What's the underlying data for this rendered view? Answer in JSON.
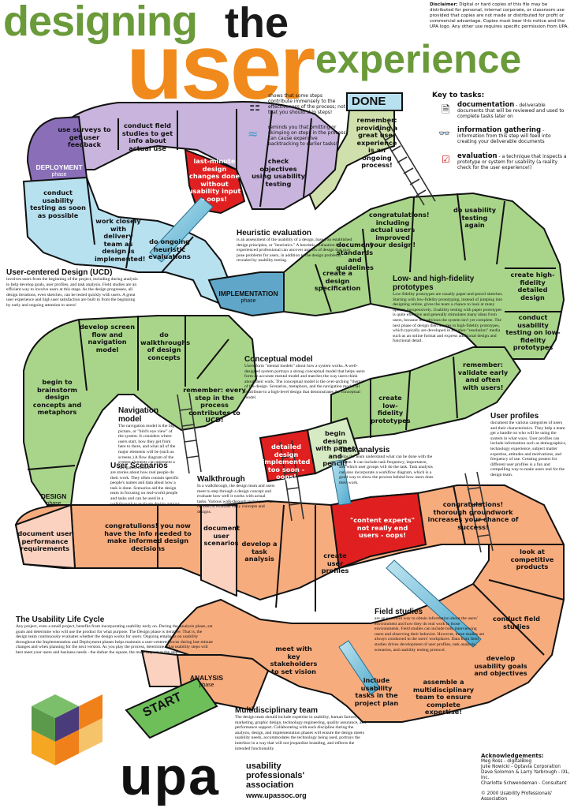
{
  "title": {
    "line1": "designing",
    "line2": "the",
    "line3": "user",
    "line4": "experience"
  },
  "disclaimer": {
    "label": "Disclaimer:",
    "text": "Digital or hard copies of this file may be distributed for personal, internal corporate, or classroom use provided that copies are not made or distributed for profit or commercial advantage. Copies must bear this notice and the UPA logo. Any other use requires specific permission from UPA."
  },
  "key": {
    "heading": "Key to tasks:",
    "ladder_text": "shows that some steps contribute immensely to the effectiveness of the process; not that you should skip steps!",
    "slide_text": "reminds you that omitting or skimping on steps in the process can cause expensive backtracking to earlier tasks!",
    "documentation_label": "documentation",
    "documentation_text": "- deliverable documents that will be reviewed and used to complete tasks later on",
    "info_label": "information gathering",
    "info_text": "- information from this step will feed into creating your deliverable documents",
    "evaluation_label": "evaluation",
    "evaluation_text": "- a technique that inspects a prototype or system for usability (a reality check for the user experience!)"
  },
  "board": {
    "done": "DONE",
    "start": "START",
    "phases": {
      "deployment": "DEPLOYMENT",
      "implementation": "IMPLEMENTATION",
      "design": "DESIGN",
      "analysis": "ANALYSIS",
      "suffix": "phase"
    },
    "squares": {
      "remember_done": "remember: providing a great user experience is an ongoing process!",
      "use_surveys": "use surveys to get user feedback",
      "conduct_field_deploy": "conduct field studies to get info about actual use",
      "last_minute": "last-minute design changes done without usability input - oops!",
      "check_objectives": "check objectives using usability testing",
      "conduct_usability_asap": "conduct usability testing as soon as possible",
      "work_closely": "work closely with delivery team as design is implemented!",
      "do_ongoing": "do ongoing heuristic evaluations",
      "congrats_actual_users": "congratulations! including actual users improved your design!",
      "do_usability_again": "do usability testing again",
      "document_standards": "document standards and guidelines",
      "create_spec": "create a design specification",
      "create_hifi": "create high-fidelity detailed design",
      "conduct_lofi": "conduct usability testing on low-fidelity prototypes",
      "develop_screen_flow": "develop screen flow and navigation model",
      "do_walkthroughs": "do walkthroughs of design concepts",
      "remember_every_step": "remember: every step in the process contributes to UCD!",
      "begin_brainstorm": "begin to brainstorm design concepts and metaphors",
      "remember_validate": "remember: validate early and often with users!",
      "create_lofi": "create low-fidelity prototypes",
      "begin_design_paper": "begin design with paper and pencil!",
      "detailed_design": "detailed design implemented too soon - oops!",
      "document_requirements": "document user performance requirements",
      "congrats_info": "congratulions! you now have the info needed to make informed design decisions",
      "document_scenarios": "document user scenarios",
      "develop_task_analysis": "develop a task analysis",
      "create_profiles": "create user profiles",
      "content_experts": "\"content experts\" not really end users - oops!",
      "congrats_groundwork": "congratulations! thorough groundwork increases your chance of success!",
      "look_competitive": "look at competitive products",
      "conduct_field_studies": "conduct field studies",
      "develop_goals": "develop usability goals and objectives",
      "assemble_team": "assemble a multidisciplinary team to ensure complete expertise!",
      "include_tasks": "include usability tasks in the project plan",
      "meet_stakeholders": "meet with key stakeholders to set vision"
    }
  },
  "sections": {
    "heuristic": {
      "title": "Heuristic evaluation",
      "text": "is an assessment of the usability of a design, based on established design principles, or \"heuristics.\" A heuristic evaluation by an experienced professional can uncover aspects of design that may pose problems for users, in addition to the design problems revealed by usability testing."
    },
    "ucd": {
      "title": "User-centered Design (UCD)",
      "text": "involves users from the beginning of the project, including during analysis to help develop goals, user profiles, and task analysis. Field studies are an efficient way to involve users at this stage. As the design progresses, all design iterations, even sketches, can be tested quickly with users. A great user experience and high user satisfaction are built in from the beginning by early and ongoing attention to users!"
    },
    "lowhigh": {
      "title": "Low- and high-fidelity prototypes",
      "text": "Low-fidelity prototypes are usually paper-and-pencil sketches. Starting with low-fidelity prototyping, instead of jumping into designing online, gives the team a chance to look at many options inexpensively. Usability testing with paper prototypes is quite effective and generally stimulates many ideas from users, because it is obvious the system isn't yet complete. The next phase of design then iterates to high-fidelity prototypes, which typically are developed in a higher-\"resolution\" media such as an online format and express additional design and functional detail."
    },
    "conceptual": {
      "title": "Conceptual model",
      "text": "Users form \"mental models\" about how a system works. A well-designed system portrays a strong conceptual model that helps users form an accurate mental model and matches the way users think about their work. The conceptual model is the over-arching \"theme\" of the design. Scenarios, metaphors, and the navigation model all contribute to a high-level design that demonstrates the conceptual model."
    },
    "navigation": {
      "title": "Navigation model",
      "text": "The navigation model is the big picture, or \"bird's eye view\" of the system. It considers where users start, how they get from here to there, and what all of the major elements will be (such as screens.) A flow diagram of the system elements can represent a navigation model."
    },
    "profiles": {
      "title": "User profiles",
      "text": "document the various categories of users and their characteristics. They help a team get a handle on who will be using the system in what ways. User profiles can include information such as demographics, technology experience, subject matter expertise, attitudes and motivations, and frequency of use. Creating posters for different user profiles is a fun and compelling way to make users real for the design team."
    },
    "task": {
      "title": "Task analysis",
      "text": "helps the team understand what can be done with the system. It can include task frequency, importance, and which user groups will do the task. Task analysis can also incorporate a workflow diagram, which is a good way to show the process behind how users does their work."
    },
    "scenarios": {
      "title": "User Scenarios",
      "text": "are stories about how real people do their work. They often contain specific people's names and data about how a task is done. Scenarios aid the design team in focusing on real-world people and tasks and can be used in a walkthrough to evaluate design options."
    },
    "walkthrough": {
      "title": "Walkthrough",
      "text": "In a walkthrough, the design team and users meet to step through a design concept and evaluate how well it works with actual tasks. Various walk-through techniques can be used to evaluate early concepts and designs."
    },
    "field": {
      "title": "Field studies",
      "text": "are an excellent way to obtain information about the users' environment and how they do real work in those environments. Field studies can include both interviewing users and observing their behavior. However, these studies are always conducted in the users' workplaces. Data from field studies drives development of user profiles, task analysis, scenarios, and usability testing protocol."
    },
    "lifecycle": {
      "title": "The Usability Life Cycle",
      "text": "Any project, even a small project, benefits from incorporating usability early on. During the Analysis phase, set goals and determine who will use the product for what purpose. The Design phase is iterative. That is, the design team continuously evaluates whether the design works for users. Ongoing emphasis on usability throughout the Implementation and Deployment phases helps maintain a user-centered focus during last-minute changes and when planning for the next version. As you play the process, determine what usability steps will best meet your users and business needs - the darker the square, the more important the step."
    },
    "multi": {
      "title": "Multidisciplinary team",
      "text": "The design team should include expertise in usability, human factors, marketing, graphic design, technology engineering, quality assurance, and performance support. Collaborating with each discipline during the analysis, design, and implementation phases will ensure the design meets usability needs, accommodates the technology being used, portrays the interface in a way that will not jeopardize branding, and reflects the intended functionality."
    }
  },
  "footer": {
    "logo": "upa",
    "org1": "usability",
    "org2": "professionals'",
    "org3": "association",
    "url": "www.upassoc.org",
    "ack_title": "Acknowledgements:",
    "ack1": "Meg Ross - digitalBlog",
    "ack2": "Julie Nowicki - Optavia Corporation",
    "ack3": "Dave Solomon & Larry Yarbrough - IXL, Inc.",
    "ack4": "Charlotte Schwendeman - Consultant",
    "copyright": "© 2000 Usability Professionals' Association"
  }
}
